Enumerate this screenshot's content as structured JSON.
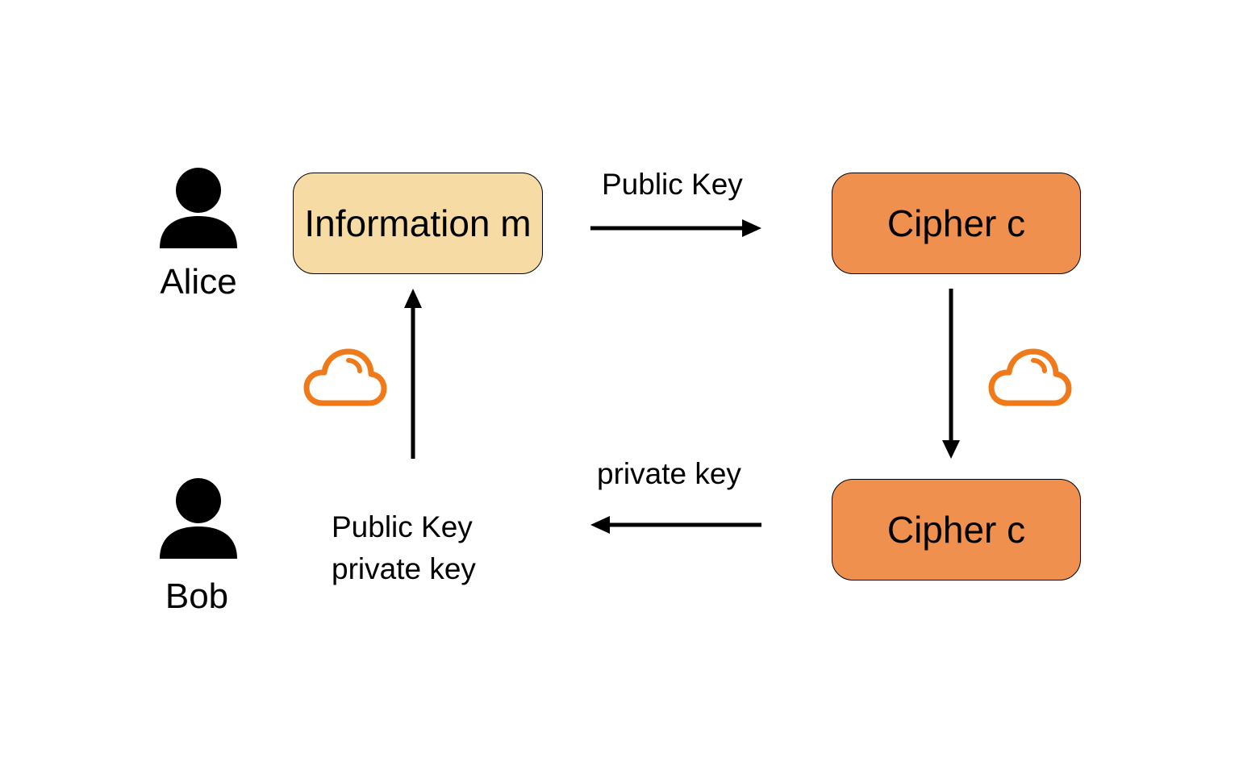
{
  "actors": {
    "alice": {
      "label": "Alice",
      "icon": "person-icon"
    },
    "bob": {
      "label": "Bob",
      "icon": "person-icon"
    }
  },
  "nodes": {
    "information": {
      "label": "Information m",
      "fill": "#F7DBA4"
    },
    "cipher_top": {
      "label": "Cipher c",
      "fill": "#F0904E"
    },
    "cipher_bottom": {
      "label": "Cipher c",
      "fill": "#F0904E"
    }
  },
  "edges": {
    "encrypt": {
      "label": "Public Key"
    },
    "decrypt": {
      "label": "private key"
    }
  },
  "bob_keys": {
    "public": "Public Key",
    "private": "private key"
  },
  "icons": {
    "cloud": {
      "name": "cloud-icon",
      "color": "#F07A1A"
    }
  }
}
